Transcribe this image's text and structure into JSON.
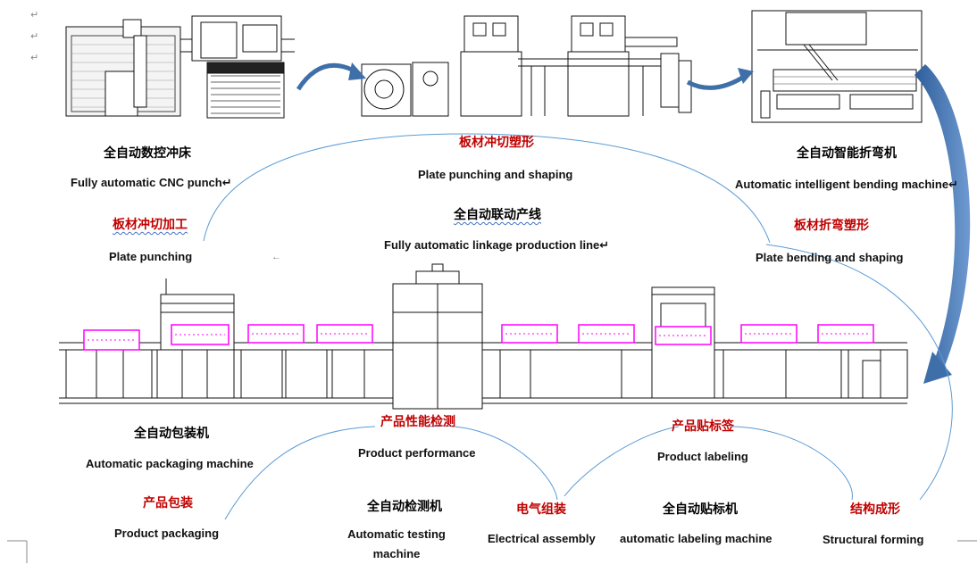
{
  "stages": [
    {
      "id": "cnc",
      "zh": "全自动数控冲床",
      "en": "Fully automatic CNC punch↵",
      "process_zh": "板材冲切加工",
      "process_en": "Plate punching"
    },
    {
      "id": "linkage",
      "zh": "全自动联动产线",
      "en": "Fully automatic linkage production line↵",
      "process_zh": "板材冲切塑形",
      "process_en": "Plate punching and shaping"
    },
    {
      "id": "bending",
      "zh": "全自动智能折弯机",
      "en": "Automatic intelligent bending machine↵",
      "process_zh": "板材折弯塑形",
      "process_en": "Plate bending and shaping"
    },
    {
      "id": "packaging",
      "zh": "全自动包装机",
      "en": "Automatic packaging machine",
      "process_zh": "产品包装",
      "process_en": "Product packaging"
    },
    {
      "id": "testing",
      "zh": "全自动检测机",
      "en": "Automatic testing machine",
      "process_zh": "产品性能检测",
      "process_en": "Product performance"
    },
    {
      "id": "electrical",
      "process_zh": "电气组装",
      "process_en": "Electrical assembly"
    },
    {
      "id": "labeling",
      "zh": "全自动贴标机",
      "en": "automatic labeling machine",
      "process_zh": "产品贴标签",
      "process_en": "Product labeling"
    },
    {
      "id": "forming",
      "process_zh": "结构成形",
      "process_en": "Structural forming"
    }
  ],
  "misc": {
    "paragraph_mark": "↵",
    "small_arrow": "←"
  },
  "colors": {
    "accent_red": "#c00000",
    "arc_blue": "#5b9bd5",
    "arrow_blue": "#3f6fa8",
    "product_magenta": "#ff00ff"
  }
}
